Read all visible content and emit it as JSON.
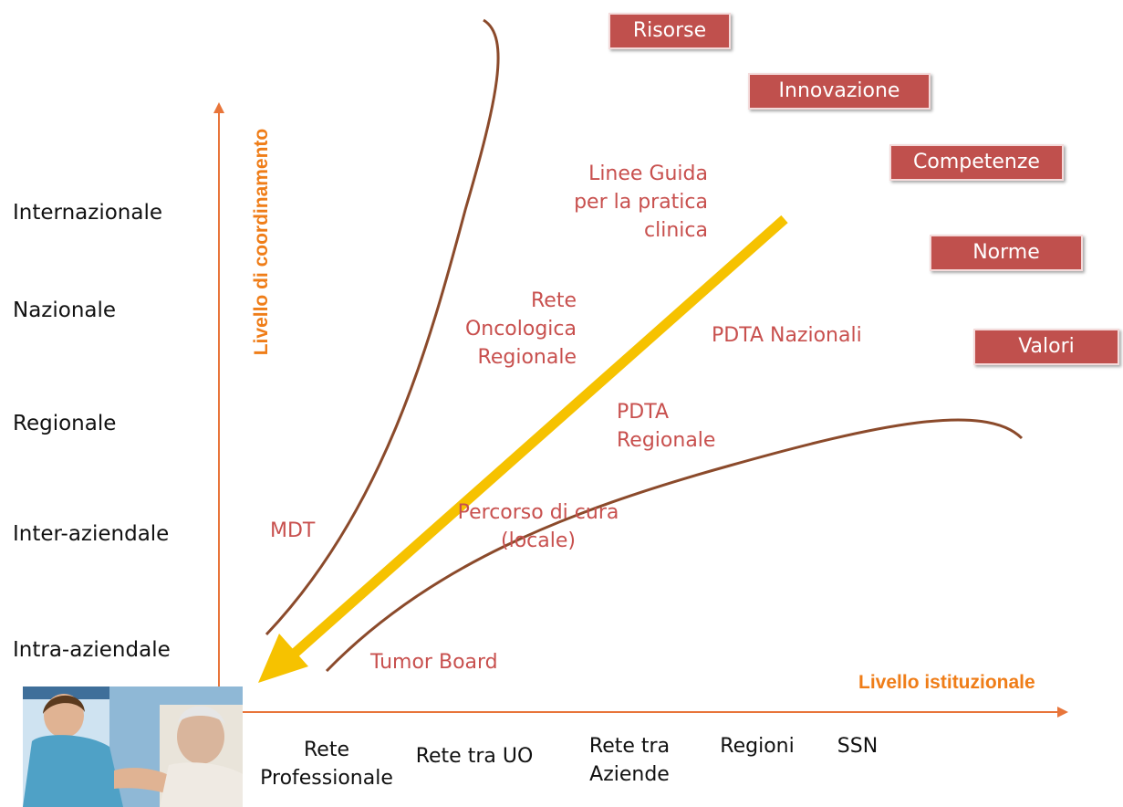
{
  "axes": {
    "y_title": "Livello di coordinamento",
    "x_title": "Livello istituzionale",
    "color": "#e8753a"
  },
  "y_levels": [
    "Internazionale",
    "Nazionale",
    "Regionale",
    "Inter-aziendale",
    "Intra-aziendale"
  ],
  "x_levels": [
    {
      "line1": "Rete",
      "line2": "Professionale"
    },
    {
      "line1": "Rete tra UO",
      "line2": ""
    },
    {
      "line1": "Rete tra",
      "line2": "Aziende"
    },
    {
      "line1": "Regioni",
      "line2": ""
    },
    {
      "line1": "SSN",
      "line2": ""
    }
  ],
  "nodes": {
    "linee_guida": [
      "Linee Guida",
      "per la pratica",
      "clinica"
    ],
    "rete_oncologica": [
      "Rete",
      "Oncologica",
      "Regionale"
    ],
    "pdta_nazionali": "PDTA Nazionali",
    "pdta_regionale": [
      "PDTA",
      "Regionale"
    ],
    "percorso": [
      "Percorso di cura",
      "(locale)"
    ],
    "mdt": "MDT",
    "tumor_board": "Tumor Board"
  },
  "factors": [
    "Risorse",
    "Innovazione",
    "Competenze",
    "Norme",
    "Valori"
  ],
  "colors": {
    "node_text": "#c8504e",
    "factor_box": "#c0504d",
    "main_arrow": "#f6c200",
    "curves": "#8b4a2b"
  },
  "photo": {
    "icon": "nurse-patient-photo"
  }
}
